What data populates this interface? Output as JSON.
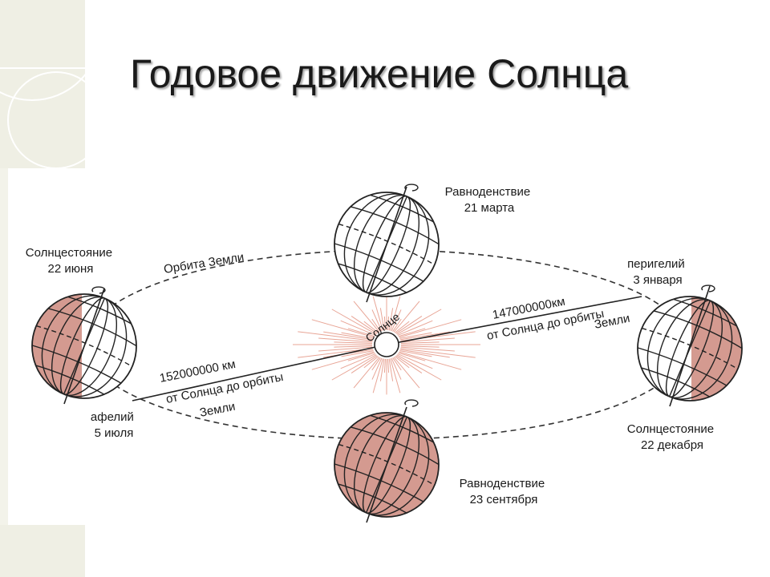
{
  "title": "Годовое движение Солнца",
  "colors": {
    "night": "#d49a90",
    "day": "#ffffff",
    "line": "#222222",
    "rays": "#e8a596",
    "deco": "#efefe4"
  },
  "labels": {
    "march_equinox": [
      "Равноденствие",
      "21 марта"
    ],
    "june_solstice": [
      "Солнцестояние",
      "22 июня"
    ],
    "perihelion": [
      "перигелий",
      "3 января"
    ],
    "aphelion": [
      "афелий",
      "5 июля"
    ],
    "december_solstice": [
      "Солнцестояние",
      "22 декабря"
    ],
    "september_equinox": [
      "Равноденствие",
      "23 сентября"
    ],
    "orbit": "Орбита Земли",
    "sun": "Солнце",
    "dist_perihelion": [
      "147000000км",
      "от Солнца до орбиты",
      "Земли"
    ],
    "dist_aphelion": [
      "152000000 км",
      "от Солнца до орбиты",
      "Земли"
    ]
  }
}
